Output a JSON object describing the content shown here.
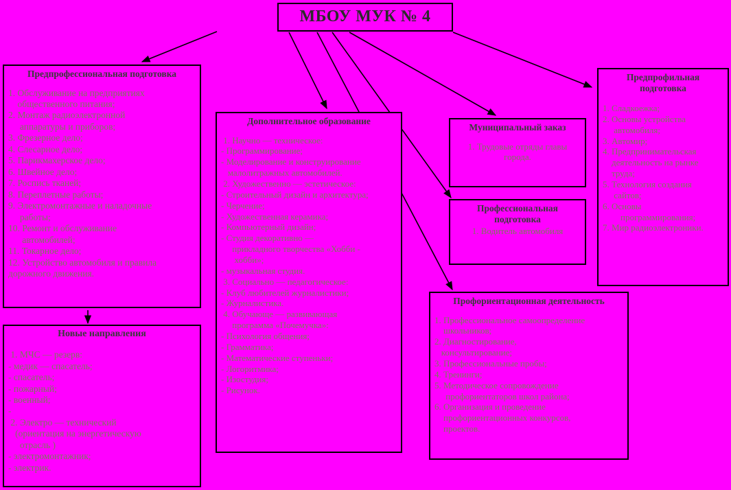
{
  "colors": {
    "background": "#FF00FF",
    "border": "#000000",
    "heading_text": "#3a3a3a",
    "body_text": "#7a7a5a"
  },
  "root": {
    "title": "МБОУ МУК № 4"
  },
  "nodes": {
    "predprofessional": {
      "title": "Предпрофессиональная подготовка",
      "items": [
        "1. Обслуживание на предприятиях",
        "    общественного питания;",
        "2. Монтаж радиоэлектронной",
        "     аппаратуры и приборов;",
        "3. Фрезерное дело;",
        "4. Слесарное дело;",
        "5. Парикмахерское дело;",
        "6. Швейное дело;",
        "7. Роспись тканей;",
        "8. Переплетные работы;",
        "9. Электромонтажные и наладочные",
        "     работы;",
        "10. Ремонт и обслуживание",
        "      автомобилей;",
        "11. Токарное дело;",
        "12. Устройство автомобиля и правила",
        "дорожного движения."
      ]
    },
    "new_directions": {
      "title": "Новые направления",
      "items": [
        " 1. МЧС — резерв:",
        "- медик — спасатель;",
        "- спасатель;",
        "- пожарный;",
        "- военный;",
        "-",
        " 2. Электро — технический",
        "   (ориентация на энергетическую",
        "     отрасль )",
        "- электромонтажник;",
        "- электрик."
      ]
    },
    "additional_education": {
      "title": "Дополнительное образование",
      "items": [
        " 1. Научно — техническое:",
        "- Программирование;",
        "- Моделирование и конструирование",
        "   малолитражных автомобилей.",
        " 2. Художественно — эстетическое:",
        "- Строительный дизайн и архитектура;",
        "- Черчение;",
        "- Художественная керамика;",
        "- Компьютерный дизайн;",
        "- Студия декоративно —",
        "     прикладного творчества «Хобби -",
        "      хобби»;",
        "- музыкальная студия.",
        " 3. Социально — педагогическое:",
        "- Клуб любителей журналистики;",
        "- Журналистика.",
        " 4. Обучающе — развивающая",
        "     программа «Почемучка»:",
        "- Психология общения;",
        "- Грамматика;",
        "- Математические ступеньки;",
        "- Логоритмика;",
        "- Изостудия;",
        "- Рисунок."
      ]
    },
    "municipal_order": {
      "title": "Муниципальный заказ",
      "items": [
        "1. Трудовые отряды главы",
        "города."
      ]
    },
    "professional_training": {
      "title": "Профессиональная подготовка",
      "items": [
        "1. Водитель автомобиля"
      ]
    },
    "preprofile": {
      "title": "Предпрофильная подготовка",
      "items": [
        "1. Сладкоежка;",
        "2. Основы устройства",
        "     автомобиля;",
        "3. Автомир;",
        "4. Предпринимательская",
        "    деятельность на рынке",
        "    труда;",
        "5. Технология создания",
        "     сайтов;",
        "6. Основы",
        "        программирования;",
        "7. Мир радиоэлектроники."
      ]
    },
    "career_guidance": {
      "title": "Профориентационная деятельность",
      "items": [
        "1. Профессиональное самоопределение",
        "    школьников;",
        "2. Диагностирование,",
        "   консультирование;",
        "3. Профессиональные пробы;",
        "4. Тренинги;",
        "5. Методическое сопровождение",
        "     профориентаторов школ района;",
        "6. Организация и проведение",
        "    профориентационных конкурсов,",
        "    проектов."
      ]
    }
  },
  "connectors": [
    {
      "name": "arrow-root-to-predprofessional",
      "from": "root",
      "to": "predprofessional"
    },
    {
      "name": "arrow-root-to-additional-education",
      "from": "root",
      "to": "additional_education"
    },
    {
      "name": "arrow-root-to-professional-training",
      "from": "root",
      "to": "professional_training"
    },
    {
      "name": "arrow-root-to-career-guidance",
      "from": "root",
      "to": "career_guidance"
    },
    {
      "name": "arrow-root-to-municipal-order",
      "from": "root",
      "to": "municipal_order"
    },
    {
      "name": "arrow-root-to-preprofile",
      "from": "root",
      "to": "preprofile"
    },
    {
      "name": "arrow-predprofessional-to-new-directions",
      "from": "predprofessional",
      "to": "new_directions"
    }
  ]
}
